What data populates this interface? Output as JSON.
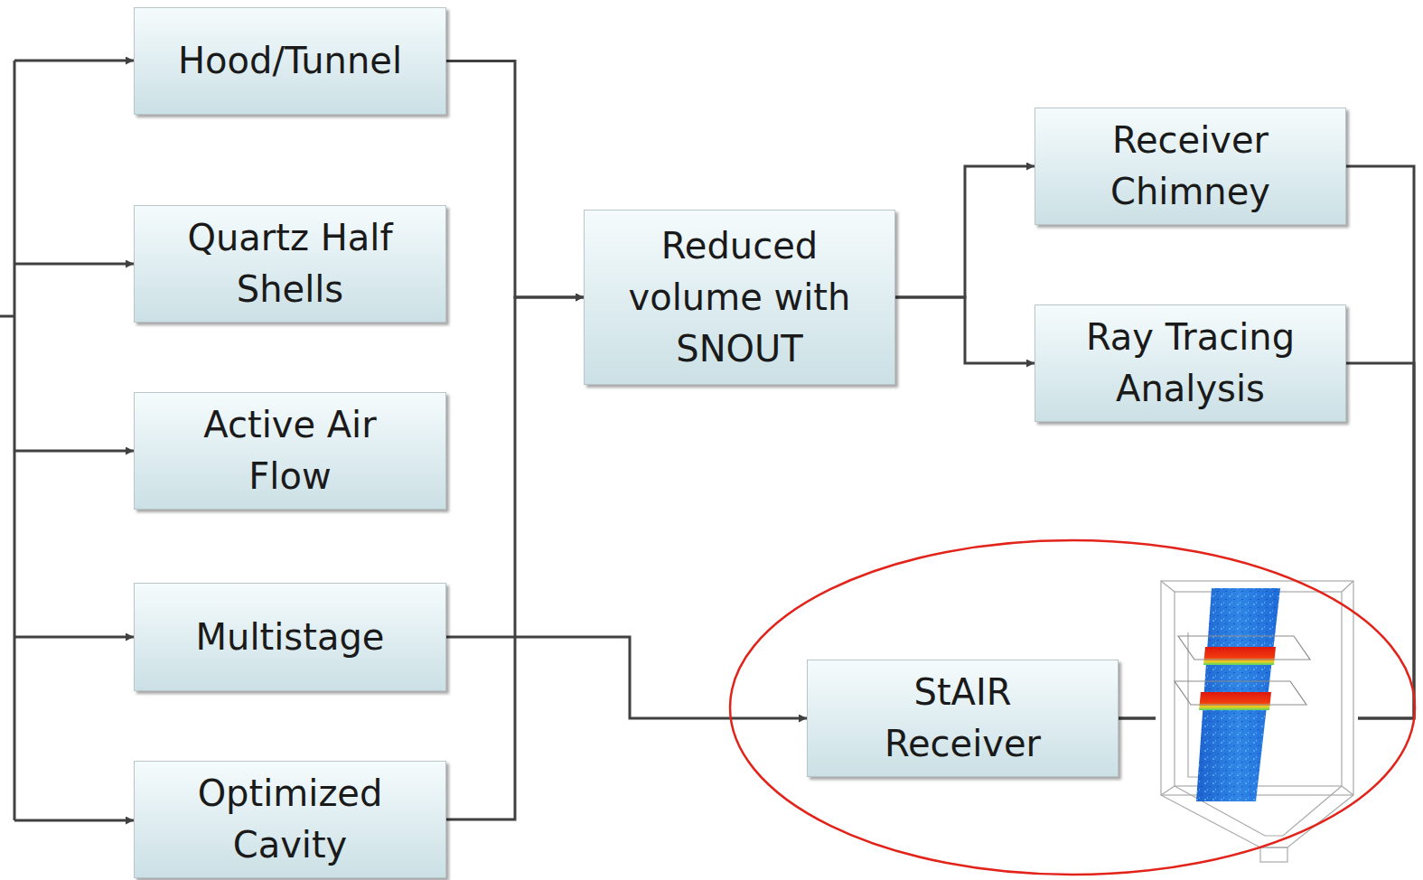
{
  "diagram": {
    "nodes": [
      {
        "text": [
          "Hood/Tunnel"
        ]
      },
      {
        "text": [
          "Quartz Half Shells"
        ]
      },
      {
        "text": [
          "Active Air Flow"
        ]
      },
      {
        "text": [
          "Multistage"
        ]
      },
      {
        "text": [
          "Optimized Cavity"
        ]
      },
      {
        "text": [
          "Reduced volume with SNOUT"
        ]
      },
      {
        "text": [
          "Receiver Chimney"
        ]
      },
      {
        "text": [
          "Ray Tracing Analysis"
        ]
      },
      {
        "text": [
          "StAIR Receiver"
        ]
      }
    ],
    "edges": [
      {
        "from": 0,
        "to": 5,
        "arrow": "to"
      },
      {
        "from": 4,
        "to": 5,
        "arrow": "to"
      },
      {
        "from": 5,
        "to": 6,
        "arrow": "to"
      },
      {
        "from": 5,
        "to": 7,
        "arrow": "to"
      },
      {
        "from": 3,
        "to": 8,
        "arrow": "to"
      },
      {
        "from": 6,
        "to": 8,
        "arrow": "none"
      },
      {
        "from": 7,
        "to": 8,
        "arrow": "none"
      }
    ]
  }
}
